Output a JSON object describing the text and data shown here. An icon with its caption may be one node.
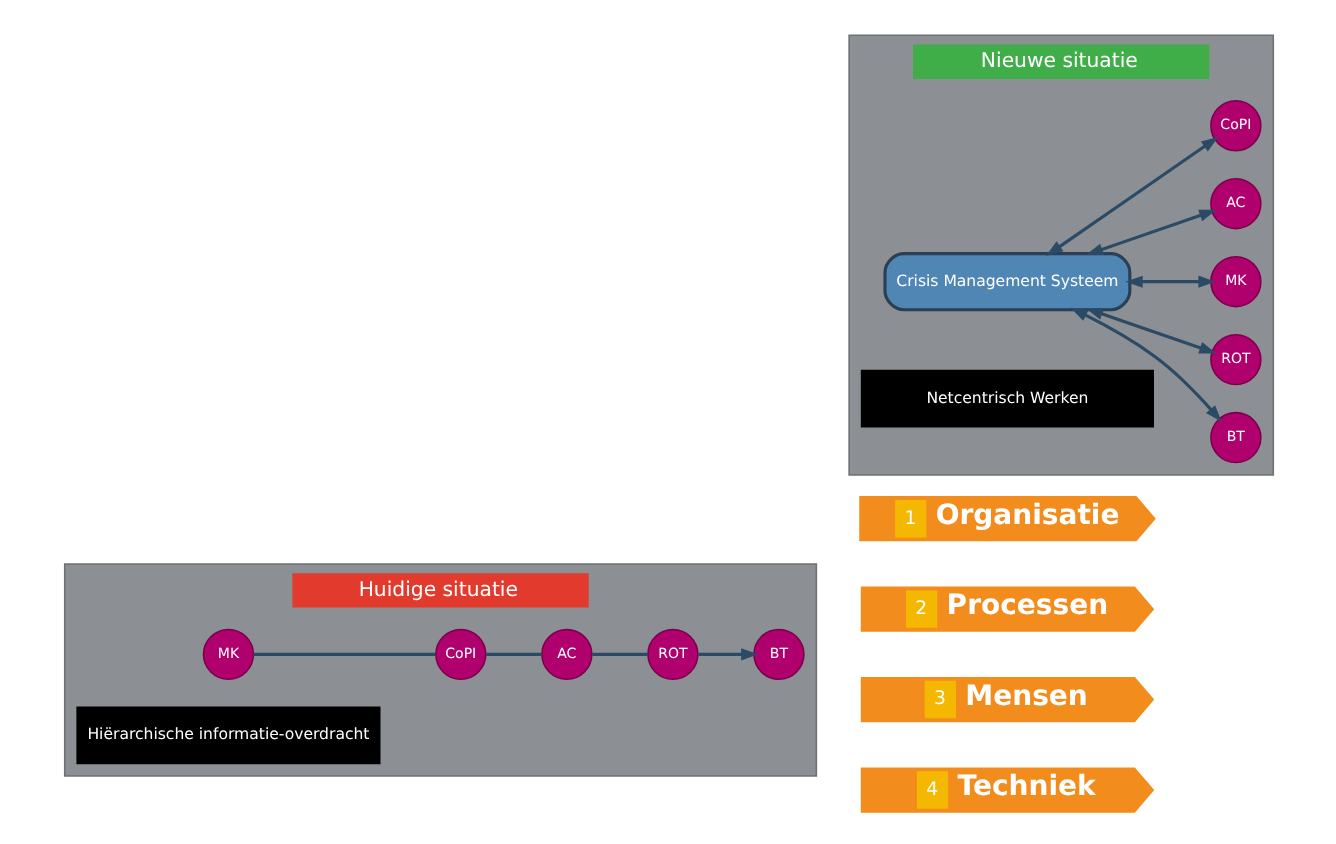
{
  "diagram": {
    "nodes": [
      {
        "text": [
          "Huidige situatie",
          "Hiërarchische informatie-overdracht"
        ]
      },
      {
        "text": [
          "BT"
        ],
        "in": 0
      },
      {
        "text": [
          "ROT"
        ],
        "in": 0
      },
      {
        "text": [
          "MK"
        ],
        "in": 0
      },
      {
        "text": [
          "AC"
        ],
        "in": 0
      },
      {
        "text": [
          "CoPI"
        ],
        "in": 0
      },
      {
        "text": [
          "1",
          "Organisatie"
        ]
      },
      {
        "text": [
          "2",
          "Processen"
        ]
      },
      {
        "text": [
          "3",
          "Mensen"
        ]
      },
      {
        "text": [
          "4",
          "Techniek"
        ]
      },
      {
        "text": [
          "Nieuwe situatie",
          "Netcentrisch Werken"
        ]
      },
      {
        "text": [
          "BT"
        ],
        "in": 10
      },
      {
        "text": [
          "ROT"
        ],
        "in": 10
      },
      {
        "text": [
          "Crisis Management Systeem"
        ],
        "in": 10
      },
      {
        "text": [
          "MK"
        ],
        "in": 10
      },
      {
        "text": [
          "AC"
        ],
        "in": 10
      },
      {
        "text": [
          "CoPI"
        ],
        "in": 10
      }
    ],
    "edges": [
      {
        "from": 3,
        "to": 5,
        "arrow": "none"
      },
      {
        "from": 5,
        "to": 4,
        "arrow": "none"
      },
      {
        "from": 4,
        "to": 2,
        "arrow": "none"
      },
      {
        "from": 2,
        "to": 1,
        "arrow": "to"
      },
      {
        "from": 13,
        "to": 11,
        "arrow": "both"
      },
      {
        "from": 13,
        "to": 12,
        "arrow": "both"
      },
      {
        "from": 13,
        "to": 14,
        "arrow": "both"
      },
      {
        "from": 13,
        "to": 15,
        "arrow": "both"
      },
      {
        "from": 13,
        "to": 16,
        "arrow": "both"
      }
    ]
  }
}
